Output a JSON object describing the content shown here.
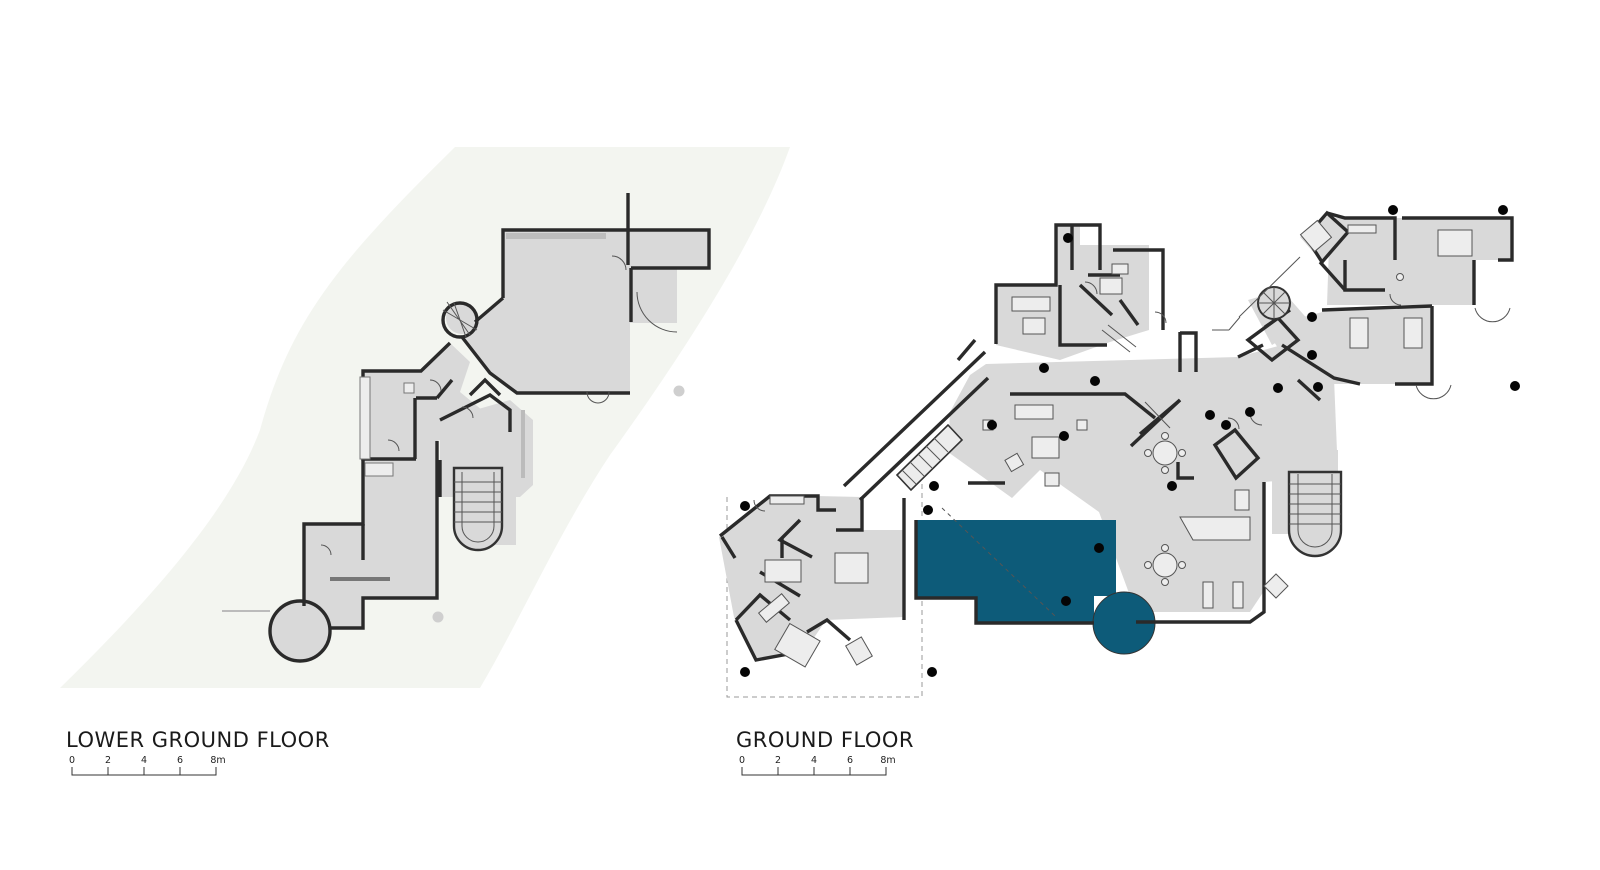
{
  "drawings": [
    {
      "id": "lower-ground-floor",
      "title": "LOWER GROUND FLOOR",
      "scale_ticks": [
        "0",
        "2",
        "4",
        "6",
        "8m"
      ]
    },
    {
      "id": "ground-floor",
      "title": "GROUND FLOOR",
      "scale_ticks": [
        "0",
        "2",
        "4",
        "6",
        "8m"
      ]
    }
  ],
  "colors": {
    "site": "#f3f5f0",
    "floor": "#d9d9d9",
    "wall": "#2a2a2a",
    "pool": "#0d5b79",
    "column": "#050505"
  }
}
